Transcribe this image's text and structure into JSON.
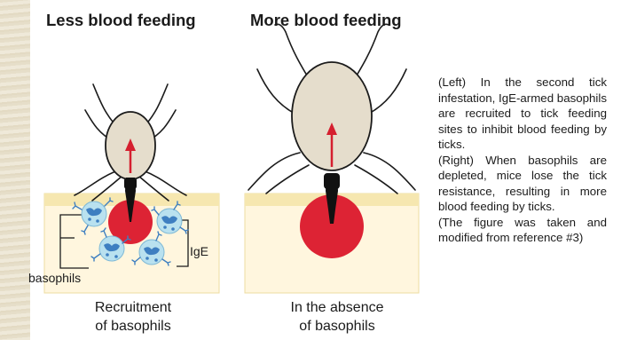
{
  "titles": {
    "left": "Less blood feeding",
    "right": "More blood feeding"
  },
  "labels": {
    "ige": "IgE",
    "basophils": "basophils"
  },
  "captions": {
    "left_line1": "Recruitment",
    "left_line2": "of basophils",
    "right_line1": "In the absence",
    "right_line2": "of basophils"
  },
  "side_text": {
    "para1": "(Left) In the second tick infestation, IgE-armed basophils are recruited to tick feeding sites to inhibit blood feeding by ticks.",
    "para2": "(Right) When basophils are depleted, mice lose the tick resistance, resulting in more blood feeding by ticks.",
    "para3": "(The figure was taken and modified from reference #3)"
  },
  "colors": {
    "skin": "#f6e9b5",
    "skin_edge": "#eedca0",
    "tick_body": "#e5ddcc",
    "blood": "#dd2334",
    "arrow": "#d51f2f",
    "basophil": "#b9e1ef",
    "basophil_nucleus": "#3e7fc1"
  }
}
